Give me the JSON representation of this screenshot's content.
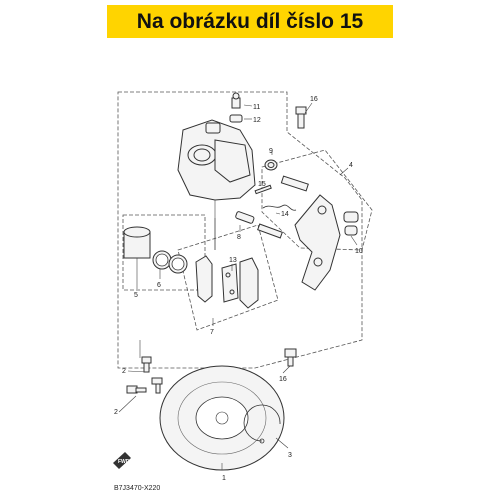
{
  "banner": {
    "text": "Na obrázku díl číslo 15",
    "background": "#ffd400"
  },
  "diagram_code": "B7J3470-X220",
  "fwd_label": "FWD",
  "labels": [
    "1",
    "2",
    "2",
    "3",
    "4",
    "5",
    "6",
    "7",
    "8",
    "9",
    "10",
    "11",
    "12",
    "13",
    "14",
    "15",
    "16",
    "16"
  ]
}
